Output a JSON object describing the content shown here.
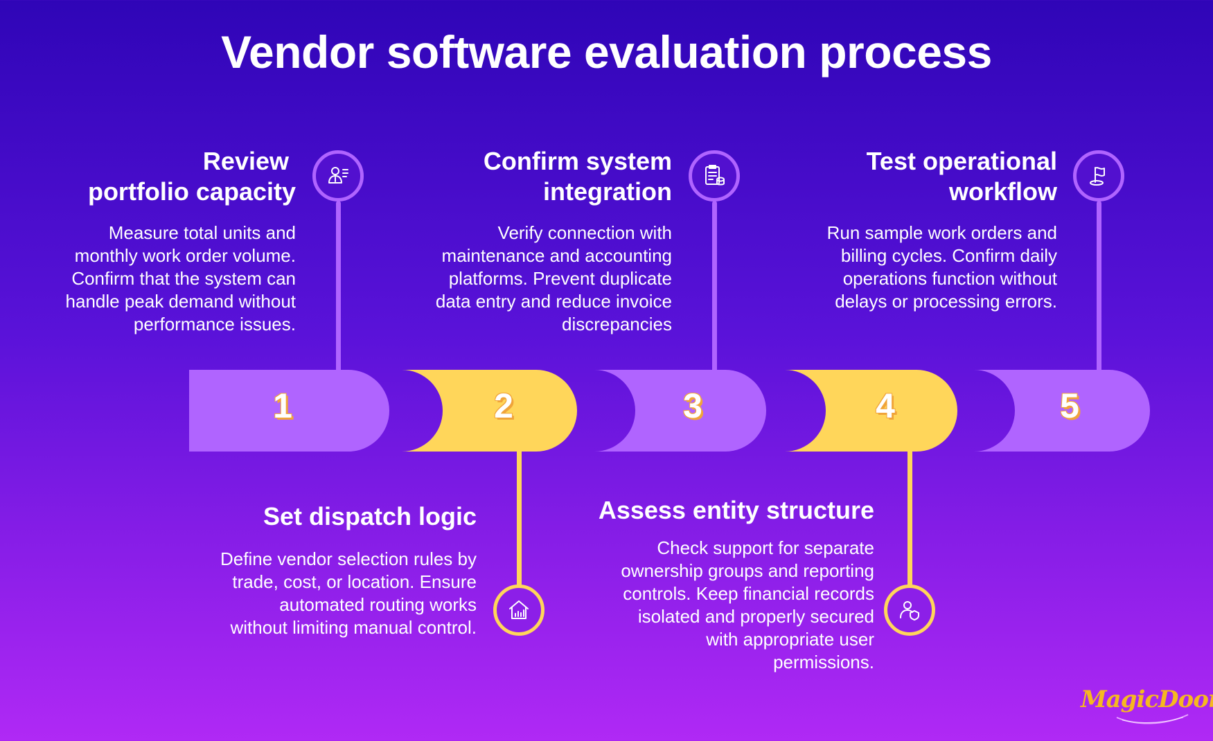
{
  "title": "Vendor software evaluation process",
  "colors": {
    "purple": "#b064ff",
    "yellow": "#ffd65a",
    "number_outline": "#f0a43a",
    "logo": "#f6b820"
  },
  "steps": [
    {
      "number": "1",
      "heading_lines": [
        "Review",
        "portfolio capacity"
      ],
      "description_lines": [
        "Measure total units and",
        "monthly work order volume.",
        "Confirm that the system can",
        "handle peak demand without",
        "performance issues."
      ],
      "icon": "person-checklist-icon",
      "color": "purple"
    },
    {
      "number": "2",
      "heading_lines": [
        "Set dispatch logic"
      ],
      "description_lines": [
        "Define vendor selection rules by",
        "trade, cost, or location. Ensure",
        "automated routing works",
        "without limiting manual control."
      ],
      "icon": "house-chart-icon",
      "color": "yellow"
    },
    {
      "number": "3",
      "heading_lines": [
        "Confirm system",
        "integration"
      ],
      "description_lines": [
        "Verify connection with",
        "maintenance and accounting",
        "platforms. Prevent duplicate",
        "data entry and reduce invoice",
        "discrepancies"
      ],
      "icon": "document-database-icon",
      "color": "purple"
    },
    {
      "number": "4",
      "heading_lines": [
        "Assess entity structure"
      ],
      "description_lines": [
        "Check support for separate",
        "ownership groups and reporting",
        "controls. Keep financial records",
        "isolated and properly secured",
        "with appropriate user",
        "permissions."
      ],
      "icon": "users-shield-icon",
      "color": "yellow"
    },
    {
      "number": "5",
      "heading_lines": [
        "Test operational",
        "workflow"
      ],
      "description_lines": [
        "Run sample work orders and",
        "billing cycles. Confirm daily",
        "operations function without",
        "delays or processing errors."
      ],
      "icon": "flag-target-icon",
      "color": "purple"
    }
  ],
  "logo": {
    "text": "MagicDoor"
  }
}
